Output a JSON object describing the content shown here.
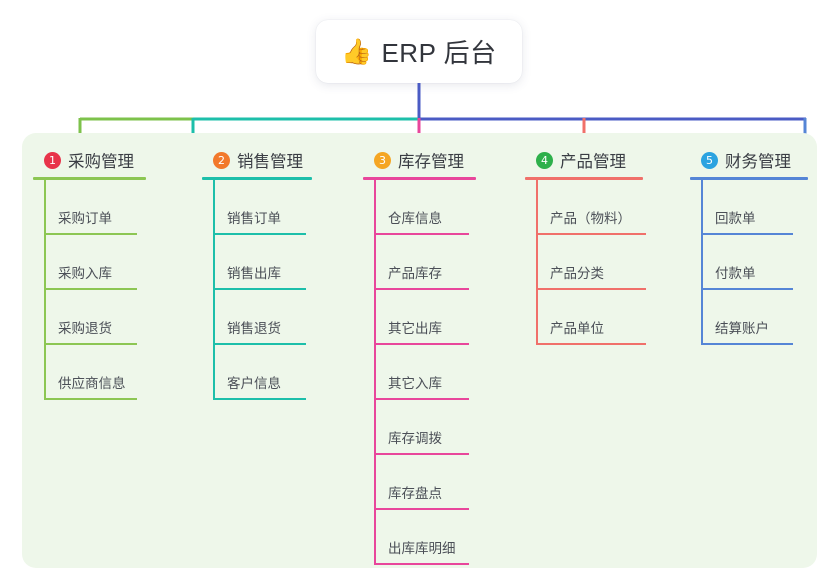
{
  "root": {
    "icon": "thumbs-up-icon",
    "icon_glyph": "👍",
    "title": "ERP 后台"
  },
  "theme": {
    "page_bg": "#ffffff",
    "card_bg": "#eef7ea",
    "title_text": "#32353c",
    "item_text": "#4b4f57",
    "trunk_segment_1": "#7dc24b",
    "trunk_segment_2": "#1dbfaa",
    "trunk_segment_3": "#4a5bc4",
    "root_stem": "#4a5bc4"
  },
  "columns": [
    {
      "index": "1",
      "badge_number": "1",
      "badge_color": "#e8344a",
      "line_color": "#8cc653",
      "title": "采购管理",
      "items": [
        {
          "label": "采购订单"
        },
        {
          "label": "采购入库"
        },
        {
          "label": "采购退货"
        },
        {
          "label": "供应商信息"
        }
      ]
    },
    {
      "index": "2",
      "badge_number": "2",
      "badge_color": "#f2792b",
      "line_color": "#1dbfaa",
      "title": "销售管理",
      "items": [
        {
          "label": "销售订单"
        },
        {
          "label": "销售出库"
        },
        {
          "label": "销售退货"
        },
        {
          "label": "客户信息"
        }
      ]
    },
    {
      "index": "3",
      "badge_number": "3",
      "badge_color": "#f5a623",
      "line_color": "#e8469b",
      "title": "库存管理",
      "items": [
        {
          "label": "仓库信息"
        },
        {
          "label": "产品库存"
        },
        {
          "label": "其它出库"
        },
        {
          "label": "其它入库"
        },
        {
          "label": "库存调拨"
        },
        {
          "label": "库存盘点"
        },
        {
          "label": "出库库明细"
        }
      ]
    },
    {
      "index": "4",
      "badge_number": "4",
      "badge_color": "#2eb04b",
      "line_color": "#f0706a",
      "title": "产品管理",
      "items": [
        {
          "label": "产品（物料）"
        },
        {
          "label": "产品分类"
        },
        {
          "label": "产品单位"
        }
      ]
    },
    {
      "index": "5",
      "badge_number": "5",
      "badge_color": "#2ba3e0",
      "line_color": "#5585d6",
      "title": "财务管理",
      "items": [
        {
          "label": "回款单"
        },
        {
          "label": "付款单"
        },
        {
          "label": "结算账户"
        }
      ]
    }
  ]
}
